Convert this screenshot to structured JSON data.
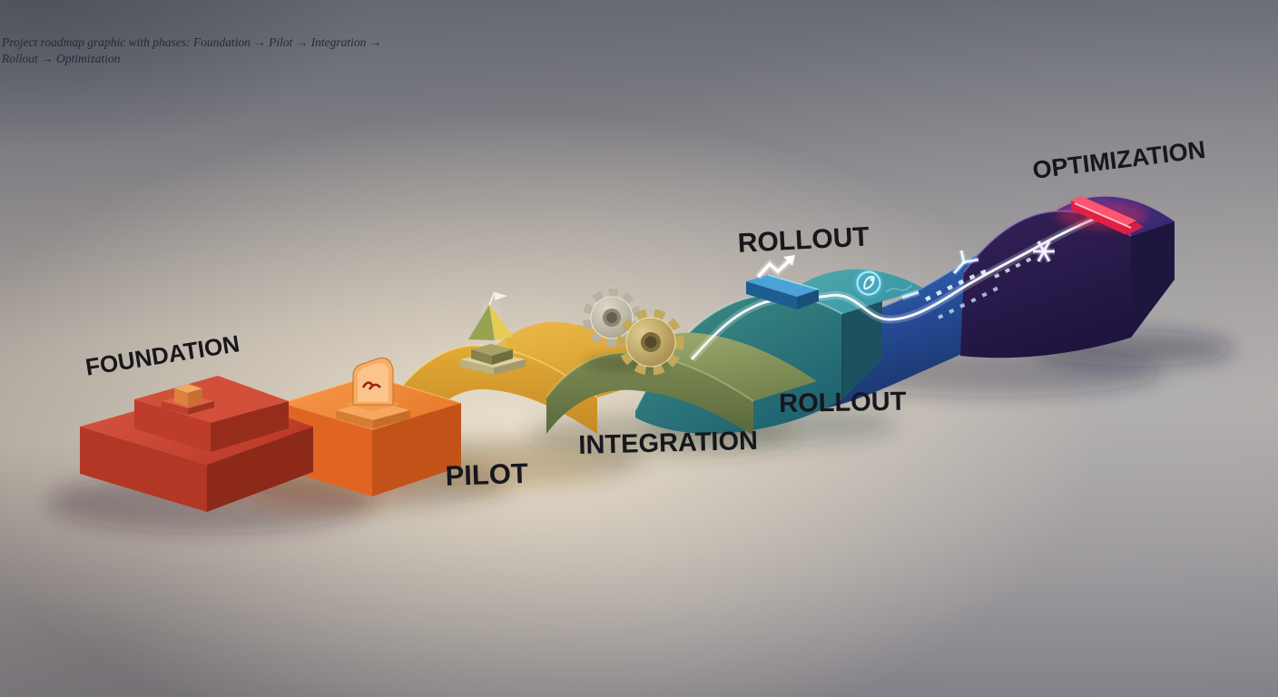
{
  "caption": "Project roadmap graphic with phases: Foundation → Pilot → Integration → Rollout → Optimization",
  "phases": [
    {
      "id": "foundation",
      "label": "FOUNDATION",
      "color": "#cd4a35",
      "icon": "ziggurat-icon"
    },
    {
      "id": "pilot",
      "label": "PILOT",
      "color": "#e9b23c",
      "icon": "floating-pyramid-icon"
    },
    {
      "id": "integration",
      "label": "INTEGRATION",
      "color": "#97a466",
      "icon": "gears-icon"
    },
    {
      "id": "rollout",
      "label": "ROLLOUT",
      "color": "#2f8ba4",
      "icon": "trend-arrow-icon"
    },
    {
      "id": "optimization",
      "label": "OPTIMIZATION",
      "color": "#4b3a92",
      "icon": "finish-bar-icon"
    }
  ],
  "extra_labels": {
    "rollout_duplicate": "ROLLOUT"
  },
  "colors": {
    "label_text": "#17171c",
    "caption_text": "#222b38",
    "block_orange": "#f28a3e",
    "block_blue": "#2c55a4",
    "path_line": "#f8fbff",
    "glow_cyan": "#9fe6fb",
    "finish_bar_red": "#ff3152",
    "background_warm": "#e9dfc9",
    "background_cool": "#75767e"
  },
  "icons": [
    "ziggurat-icon",
    "monument-bird-icon",
    "floating-pyramid-icon",
    "gears-icon",
    "trend-arrow-icon",
    "package-slab-icon",
    "rocket-badge-icon",
    "clock-hands-icon",
    "dotted-trail-icon",
    "spark-icon",
    "finish-bar-icon",
    "roadmap-path-line"
  ]
}
